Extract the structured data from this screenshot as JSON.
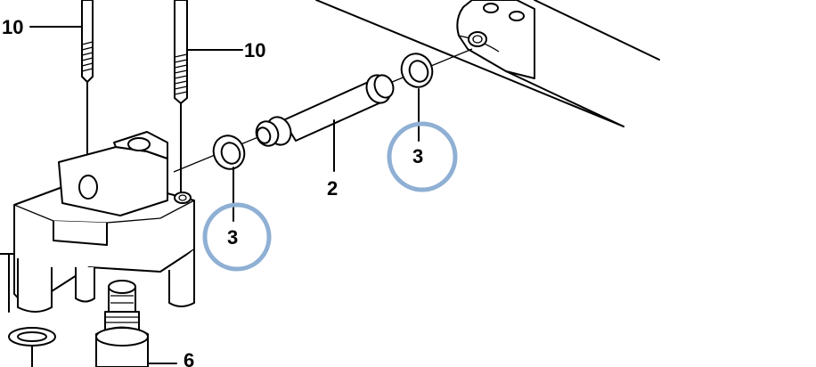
{
  "diagram": {
    "callouts": {
      "bolt_left": "10",
      "bolt_right": "10",
      "tube": "2",
      "seal_left": "3",
      "seal_right": "3",
      "bottom_part": "6"
    },
    "highlight_color": "#8fb0d4"
  }
}
